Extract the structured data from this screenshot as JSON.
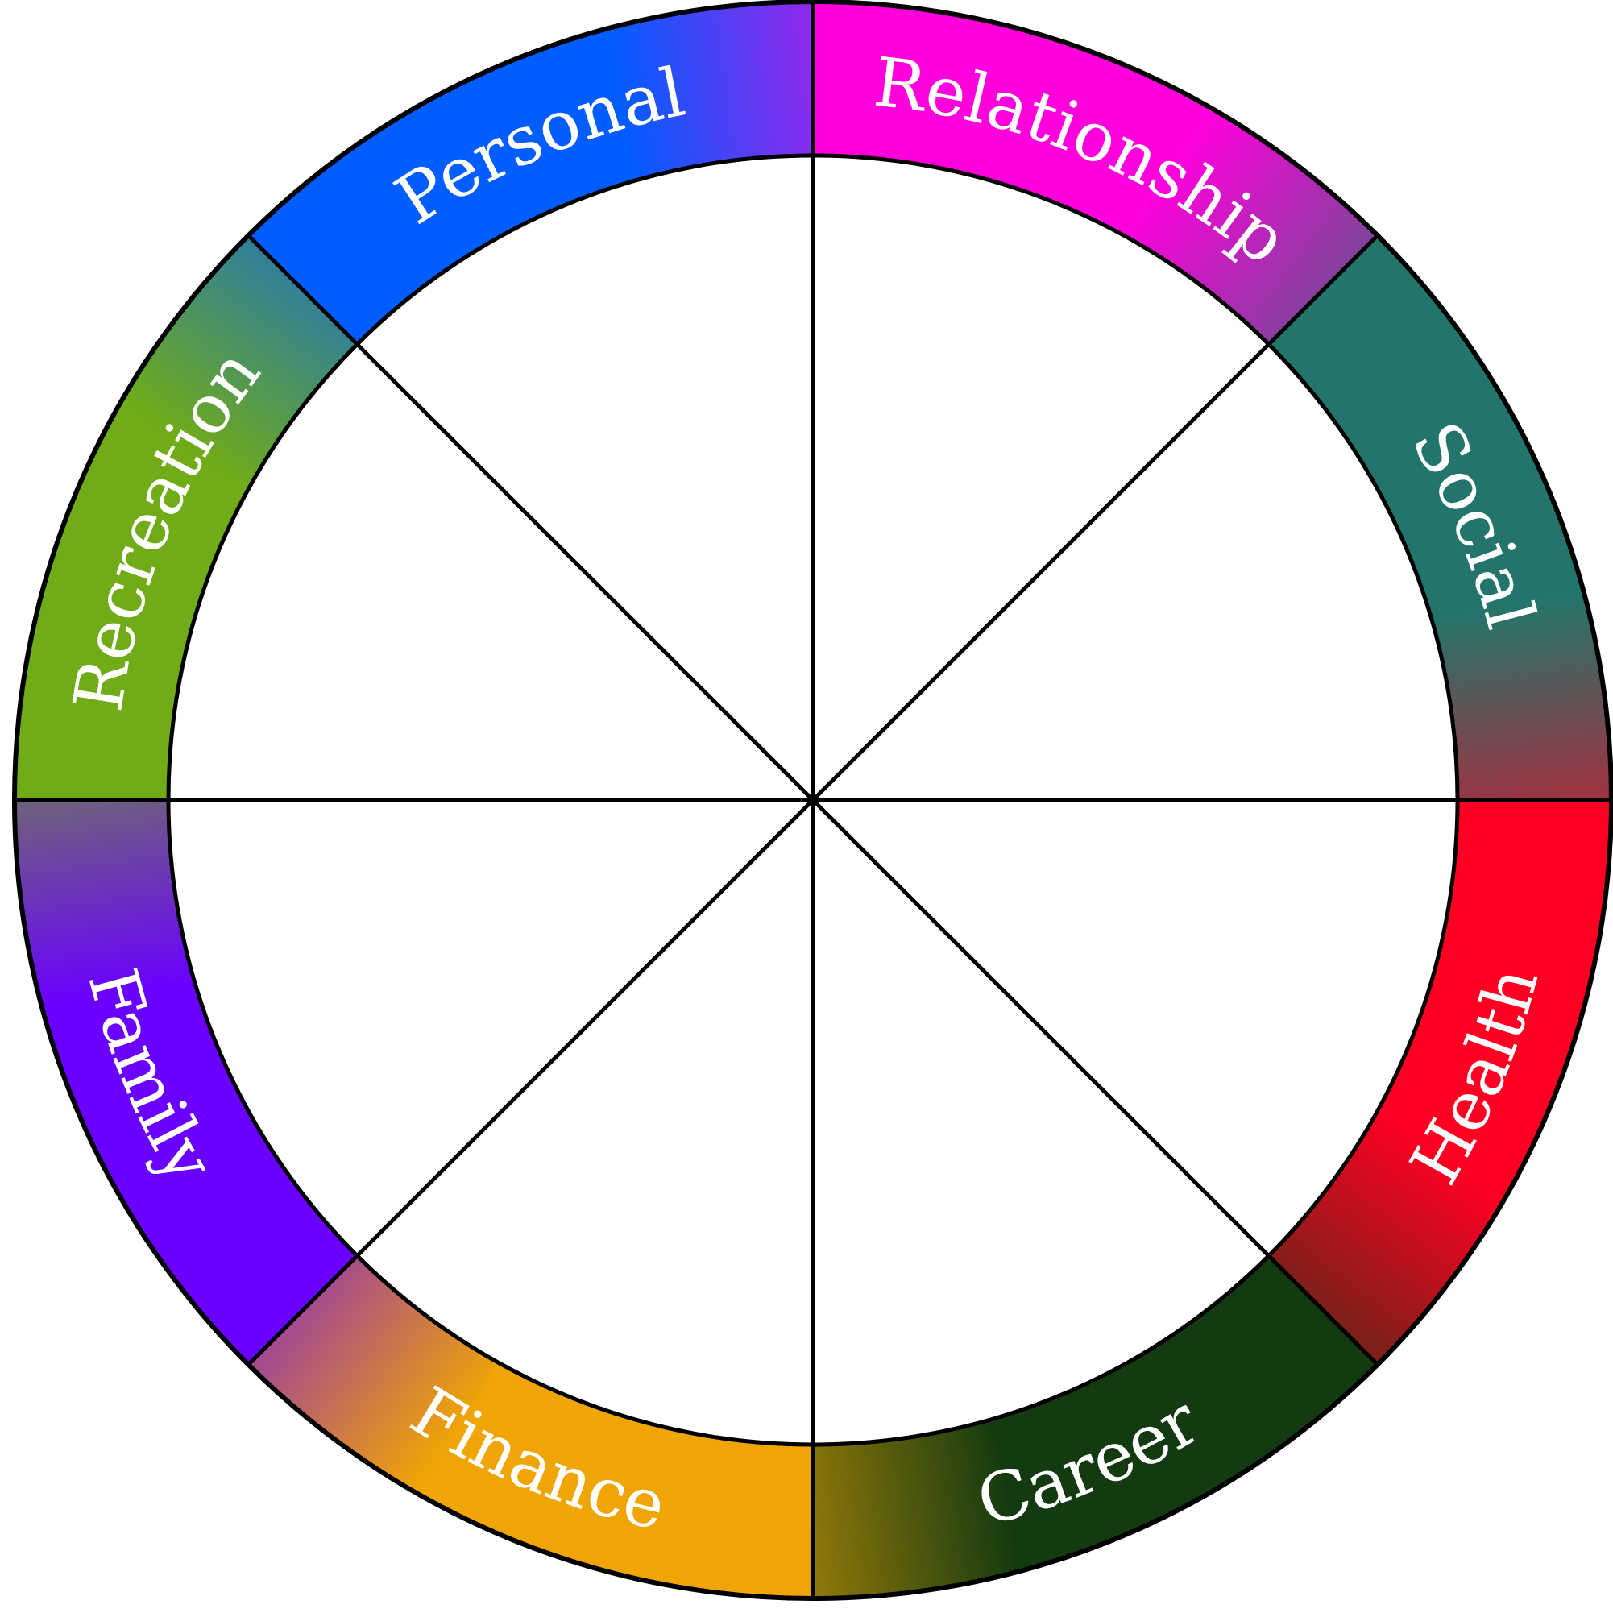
{
  "wheel": {
    "segments": [
      {
        "label": "Relationship",
        "color": "#ff00dd",
        "icon": "relationship-segment"
      },
      {
        "label": "Social",
        "color": "#23756b",
        "icon": "social-segment"
      },
      {
        "label": "Health",
        "color": "#ff0022",
        "icon": "health-segment"
      },
      {
        "label": "Career",
        "color": "#133a10",
        "icon": "career-segment"
      },
      {
        "label": "Finance",
        "color": "#efa505",
        "icon": "finance-segment"
      },
      {
        "label": "Family",
        "color": "#6a00ff",
        "icon": "family-segment"
      },
      {
        "label": "Recreation",
        "color": "#70ac17",
        "icon": "recreation-segment"
      },
      {
        "label": "Personal",
        "color": "#005dff",
        "icon": "personal-segment"
      }
    ],
    "line_color": "#000000"
  }
}
